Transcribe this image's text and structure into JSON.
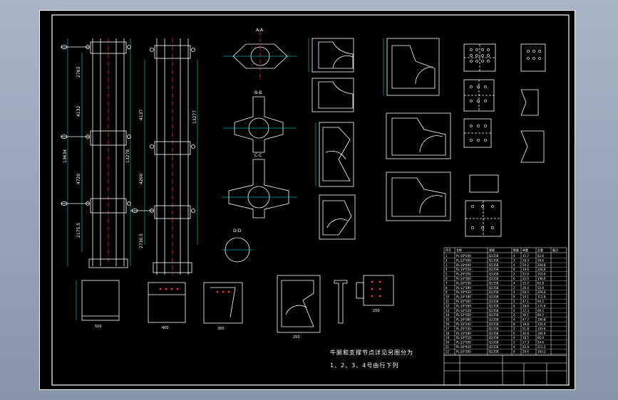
{
  "drawing": {
    "column_left_dims": [
      "2783",
      "4132",
      "13634",
      "4720",
      "2175.5"
    ],
    "column_left_total": "13278",
    "column_right_dims": [
      "4137",
      "4200",
      "2730.5"
    ],
    "column_right_total": "13277",
    "section_labels": [
      "A-A",
      "B-B",
      "C-C",
      "D-D"
    ],
    "detail_dims": [
      "550",
      "400",
      "300",
      "250",
      "200"
    ],
    "notes_line1": "牛腿和支撑节点详见另图分为",
    "notes_line2": "1、2、3、4号由行下列"
  },
  "bom": {
    "headers": [
      "序号",
      "名称",
      "规格",
      "数量",
      "单重",
      "总重",
      "备注"
    ],
    "rows": [
      [
        "1",
        "PL-10*200",
        "Q235B",
        "4",
        "15.7",
        "62.8",
        ""
      ],
      [
        "2",
        "PL-12*300",
        "Q235B",
        "2",
        "28.3",
        "56.6",
        ""
      ],
      [
        "3",
        "PL-16*400",
        "Q235B",
        "4",
        "50.2",
        "200.8",
        ""
      ],
      [
        "4",
        "PL-10*250",
        "Q235B",
        "8",
        "19.6",
        "156.8",
        ""
      ],
      [
        "5",
        "PL-20*350",
        "Q235B",
        "2",
        "55.0",
        "110.0",
        ""
      ],
      [
        "6",
        "PL-14*300",
        "Q235B",
        "6",
        "33.0",
        "198.0",
        ""
      ],
      [
        "7",
        "PL-10*200",
        "Q235B",
        "4",
        "15.7",
        "62.8",
        ""
      ],
      [
        "8",
        "PL-12*280",
        "Q235B",
        "2",
        "26.4",
        "52.8",
        ""
      ],
      [
        "9",
        "PL-16*450",
        "Q235B",
        "4",
        "56.5",
        "226.0",
        ""
      ],
      [
        "10",
        "PL-10*180",
        "Q235B",
        "8",
        "14.1",
        "112.8",
        ""
      ],
      [
        "11",
        "PL-20*300",
        "Q235B",
        "2",
        "47.1",
        "94.2",
        ""
      ],
      [
        "12",
        "PL-14*260",
        "Q235B",
        "6",
        "28.6",
        "171.6",
        ""
      ],
      [
        "13",
        "PL-10*220",
        "Q235B",
        "4",
        "17.3",
        "69.2",
        ""
      ],
      [
        "14",
        "PL-12*320",
        "Q235B",
        "2",
        "30.1",
        "60.2",
        ""
      ],
      [
        "15",
        "PL-16*380",
        "Q235B",
        "4",
        "47.7",
        "190.8",
        ""
      ],
      [
        "16",
        "PL-10*240",
        "Q235B",
        "8",
        "18.8",
        "150.4",
        ""
      ],
      [
        "17",
        "PL-20*330",
        "Q235B",
        "2",
        "51.8",
        "103.6",
        ""
      ],
      [
        "18",
        "PL-14*280",
        "Q235B",
        "6",
        "30.8",
        "184.8",
        ""
      ],
      [
        "19",
        "PL-10*210",
        "Q235B",
        "4",
        "16.5",
        "66.0",
        ""
      ],
      [
        "20",
        "PL-12*290",
        "Q235B",
        "2",
        "27.3",
        "54.6",
        ""
      ],
      [
        "21",
        "PL-16*420",
        "Q235B",
        "4",
        "52.8",
        "211.2",
        ""
      ],
      [
        "22",
        "PL-10*260",
        "Q235B",
        "8",
        "20.4",
        "163.2",
        ""
      ]
    ]
  },
  "colors": {
    "background": "#000000",
    "line": "#ffffff",
    "center_line": "#ff3333",
    "dimension": "#00ffff",
    "marker": "#ffff00",
    "hatch": "#8a8a8a"
  }
}
